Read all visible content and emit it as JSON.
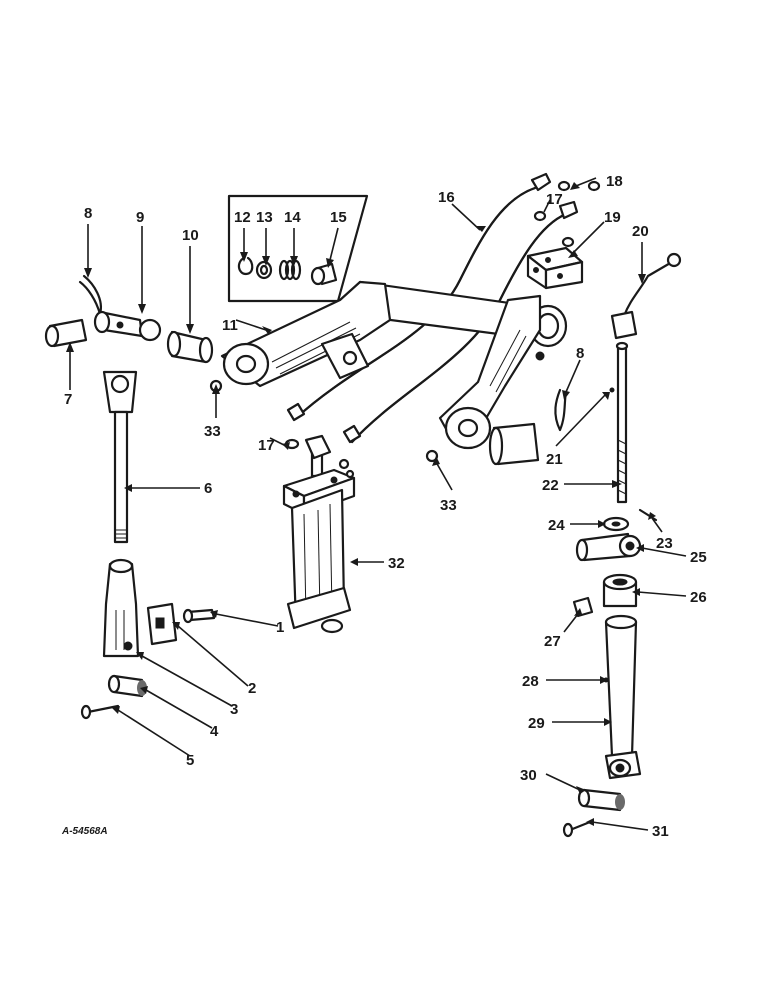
{
  "figure_reference": "A-54568A",
  "callouts": [
    "1",
    "2",
    "3",
    "4",
    "5",
    "6",
    "7",
    "8",
    "9",
    "10",
    "11",
    "12",
    "13",
    "14",
    "15",
    "16",
    "17",
    "18",
    "19",
    "20",
    "21",
    "22",
    "23",
    "24",
    "25",
    "26",
    "27",
    "28",
    "29",
    "30",
    "31",
    "32",
    "33"
  ]
}
